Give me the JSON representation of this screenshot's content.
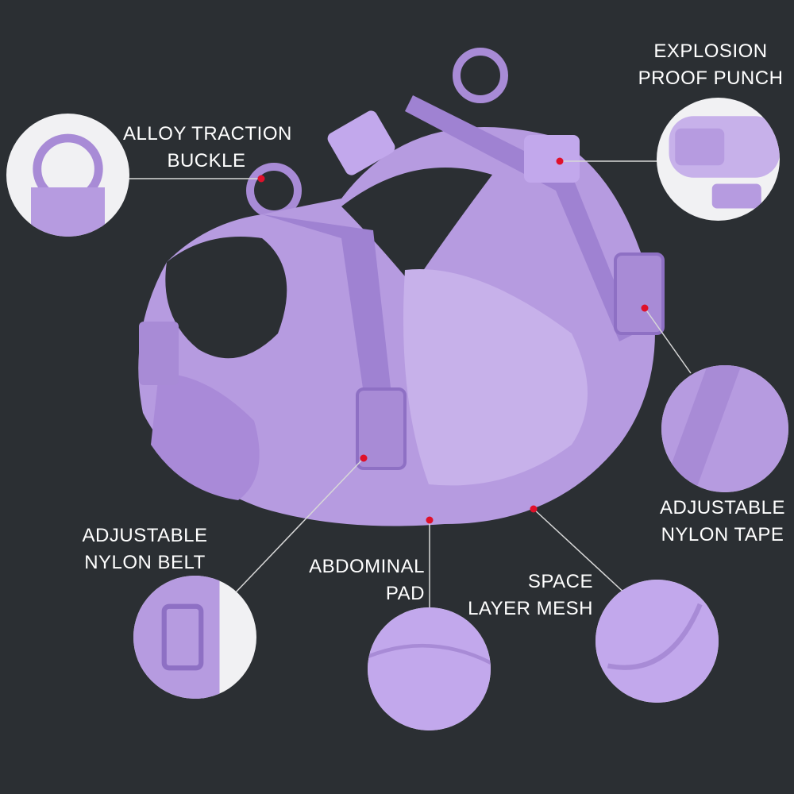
{
  "labels": {
    "alloy_traction_buckle": [
      "ALLOY TRACTION",
      "BUCKLE"
    ],
    "explosion_proof_punch": [
      "EXPLOSION",
      "PROOF PUNCH"
    ],
    "adjustable_nylon_tape": [
      "ADJUSTABLE",
      "NYLON TAPE"
    ],
    "adjustable_nylon_belt": [
      "ADJUSTABLE",
      "NYLON BELT"
    ],
    "abdominal_pad": [
      "ABDOMINAL",
      "PAD"
    ],
    "space_layer_mesh": [
      "SPACE",
      "LAYER MESH"
    ]
  },
  "colors": {
    "background": "#2b2f33",
    "product": "#b69be0",
    "marker": "#e0102a",
    "text": "#ffffff"
  }
}
